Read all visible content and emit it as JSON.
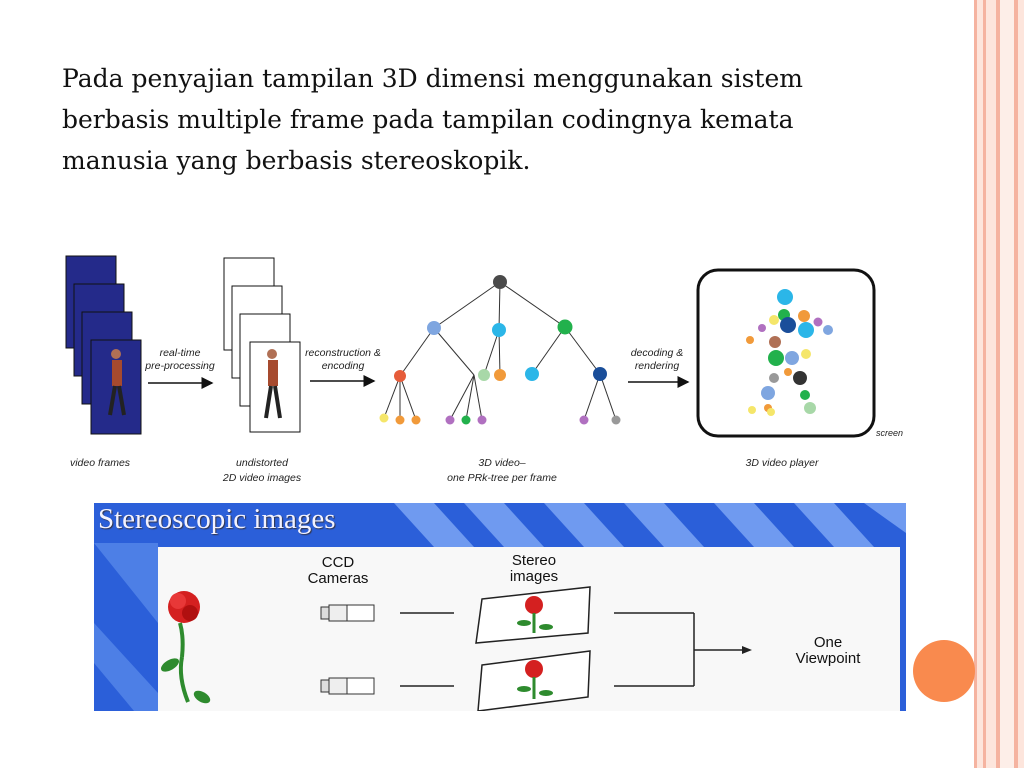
{
  "slide": {
    "paragraph": "Pada penyajian tampilan 3D dimensi menggunakan sistem berbasis multiple frame pada tampilan codingnya kemata manusia yang berbasis stereoskopik."
  },
  "diagram": {
    "arrows": {
      "a1_line1": "real-time",
      "a1_line2": "pre-processing",
      "a2_line1": "reconstruction &",
      "a2_line2": "encoding",
      "a3_line1": "decoding &",
      "a3_line2": "rendering"
    },
    "captions": {
      "frames": "video frames",
      "undistorted_line1": "undistorted",
      "undistorted_line2": "2D video images",
      "video3d_line1": "3D video–",
      "video3d_line2": "one PRk-tree per frame",
      "player": "3D video player",
      "screen": "screen"
    }
  },
  "stereo": {
    "title": "Stereoscopic images",
    "ccd_line1": "CCD",
    "ccd_line2": "Cameras",
    "stereo_line1": "Stereo",
    "stereo_line2": "images",
    "one_line1": "One",
    "one_line2": "Viewpoint"
  },
  "colors": {
    "accent_orange": "#f98a4e",
    "border_salmon": "#f4b8a4",
    "stereo_blue": "#2b5fd9",
    "frame_navy": "#242a8a"
  }
}
